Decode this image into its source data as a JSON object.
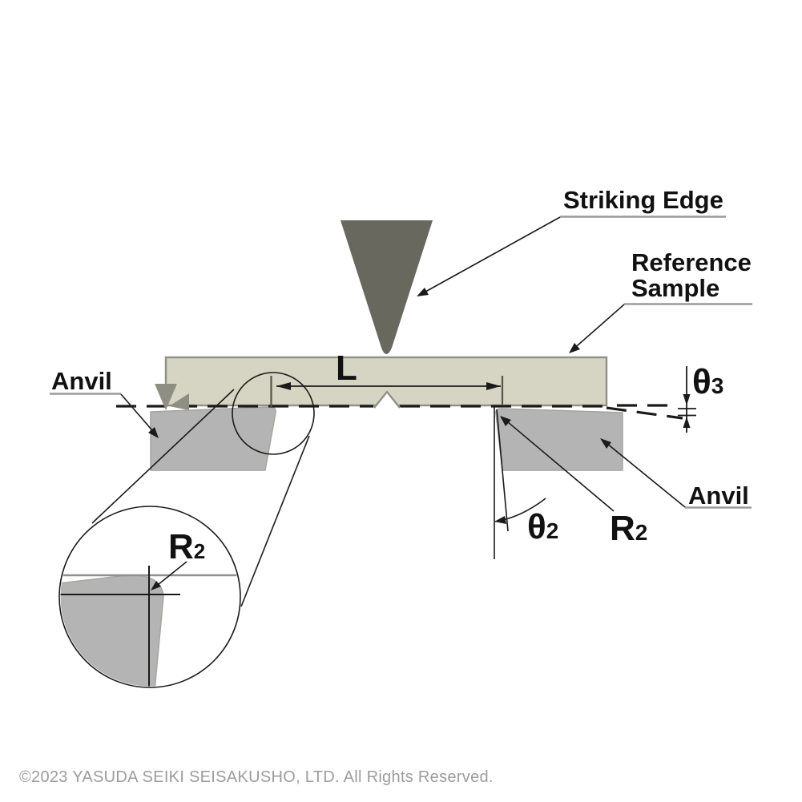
{
  "labels": {
    "striking_edge": "Striking Edge",
    "reference_line1": "Reference",
    "reference_line2": "Sample",
    "anvil_left": "Anvil",
    "anvil_right": "Anvil",
    "span": "L",
    "theta3": {
      "symbol": "θ",
      "sub": "3"
    },
    "theta2": {
      "symbol": "θ",
      "sub": "2"
    },
    "r2": {
      "symbol": "R",
      "sub": "2"
    },
    "r2_detail": {
      "symbol": "R",
      "sub": "2"
    }
  },
  "footer": {
    "copyright": "©2023 YASUDA SEIKI SEISAKUSHO, LTD. All Rights Reserved."
  },
  "colors": {
    "striker_fill": "#68685f",
    "sample_fill": "#d6d5c3",
    "sample_stroke": "#90908a",
    "anvil_fill": "#b4b4b4",
    "anvil_stroke": "#a4a49f",
    "line": "#1a1a1a",
    "label_underline": "#9a9a9a",
    "contact_arrow": "#8e8e83",
    "footer_text": "#9c9c9c"
  }
}
